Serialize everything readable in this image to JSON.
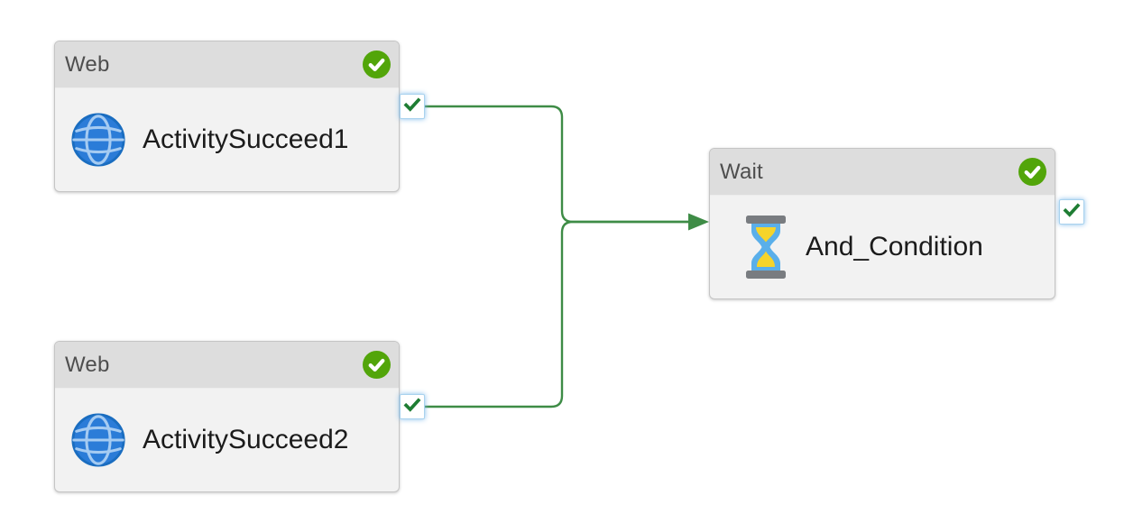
{
  "app": {
    "view": "pipeline-canvas",
    "background": "#ffffff"
  },
  "pipeline": {
    "nodes": [
      {
        "type_label": "Web",
        "name": "ActivitySucceed1",
        "icon": "globe-icon",
        "status": "Succeeded",
        "status_icon": "green-check-badge"
      },
      {
        "type_label": "Web",
        "name": "ActivitySucceed2",
        "icon": "globe-icon",
        "status": "Succeeded",
        "status_icon": "green-check-badge"
      },
      {
        "type_label": "Wait",
        "name": "And_Condition",
        "icon": "hourglass-icon",
        "status": "Succeeded",
        "status_icon": "green-check-badge"
      }
    ],
    "connections": [
      {
        "from": "ActivitySucceed1",
        "to": "And_Condition",
        "condition": "on-success"
      },
      {
        "from": "ActivitySucceed2",
        "to": "And_Condition",
        "condition": "on-success"
      }
    ],
    "ports": [
      {
        "node": "ActivitySucceed1",
        "type": "success-output",
        "icon": "green-check-icon"
      },
      {
        "node": "ActivitySucceed2",
        "type": "success-output",
        "icon": "green-check-icon"
      },
      {
        "node": "And_Condition",
        "type": "success-output",
        "icon": "green-check-icon"
      }
    ]
  },
  "colors": {
    "canvas_background": "#ffffff",
    "node_body": "#f2f2f2",
    "node_header": "#dddddd",
    "node_border": "#c5c5c5",
    "header_text": "#4e4e4e",
    "name_text": "#1b1b1b",
    "status_badge_green": "#52a50a",
    "connector_green": "#3e8c46",
    "port_check_green": "#1e7d33",
    "port_border_blue": "#a9d2ee",
    "globe_blue": "#2b7cd8",
    "globe_lines_blue": "#a5cbf2",
    "hourglass_glass_blue": "#5aafea",
    "hourglass_sand_yellow": "#f6d42a",
    "hourglass_caps_gray": "#797c80"
  }
}
